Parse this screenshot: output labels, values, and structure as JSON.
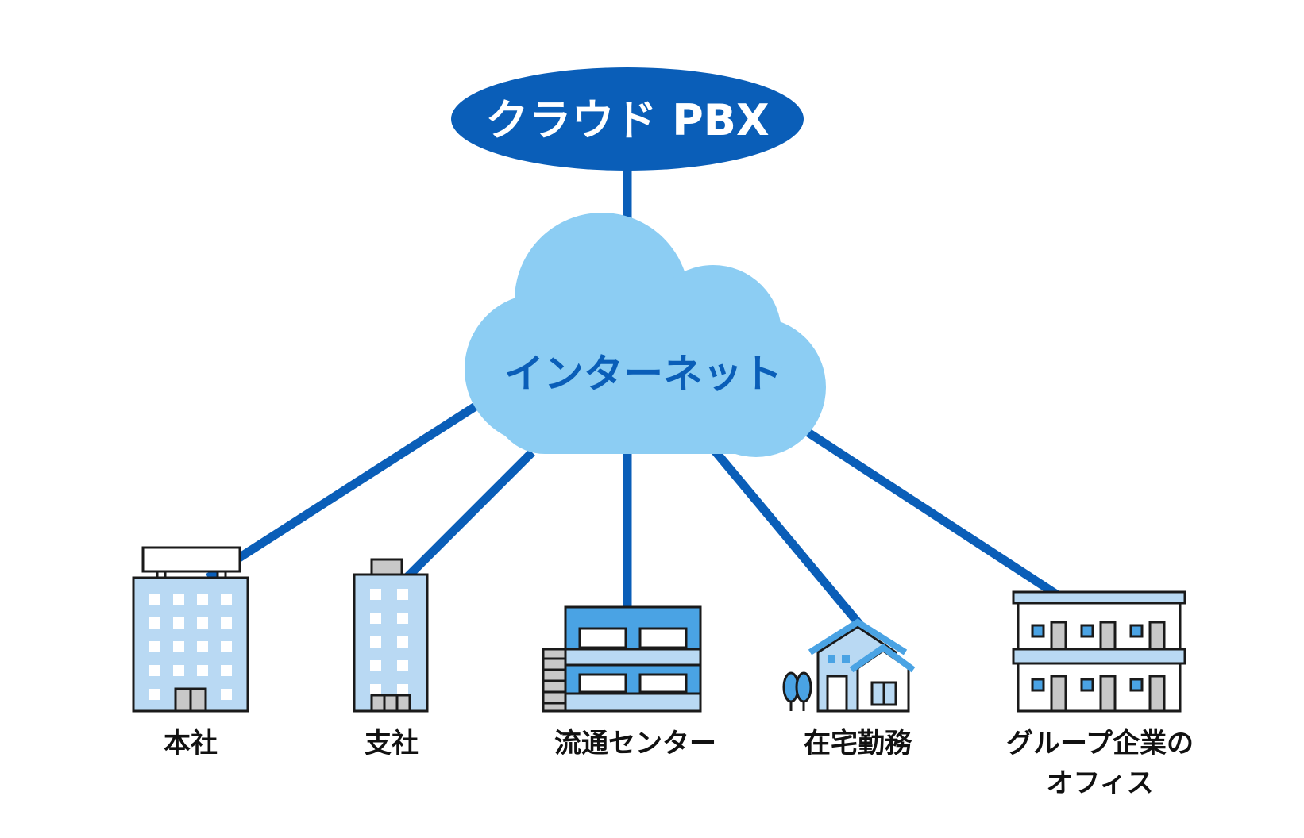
{
  "diagram": {
    "colors": {
      "primary": "#0a5eb8",
      "cloud": "#8ccdf3",
      "building_fill": "#b9d9f3",
      "building_dark": "#4aa3e4",
      "window": "#ffffff",
      "outline": "#1a1a1a",
      "grey": "#c8c8c8"
    },
    "pbx": {
      "label": "クラウド PBX"
    },
    "internet": {
      "label": "インターネット"
    },
    "sites": [
      {
        "id": "honsha",
        "label": "本社",
        "icon": "headquarters-building-icon"
      },
      {
        "id": "shisha",
        "label": "支社",
        "icon": "branch-office-building-icon"
      },
      {
        "id": "ryutsu",
        "label": "流通センター",
        "icon": "distribution-center-building-icon"
      },
      {
        "id": "zaitaku",
        "label": "在宅勤務",
        "icon": "home-house-icon"
      },
      {
        "id": "group",
        "label": "グループ企業の\nオフィス",
        "icon": "group-company-office-icon"
      }
    ]
  }
}
